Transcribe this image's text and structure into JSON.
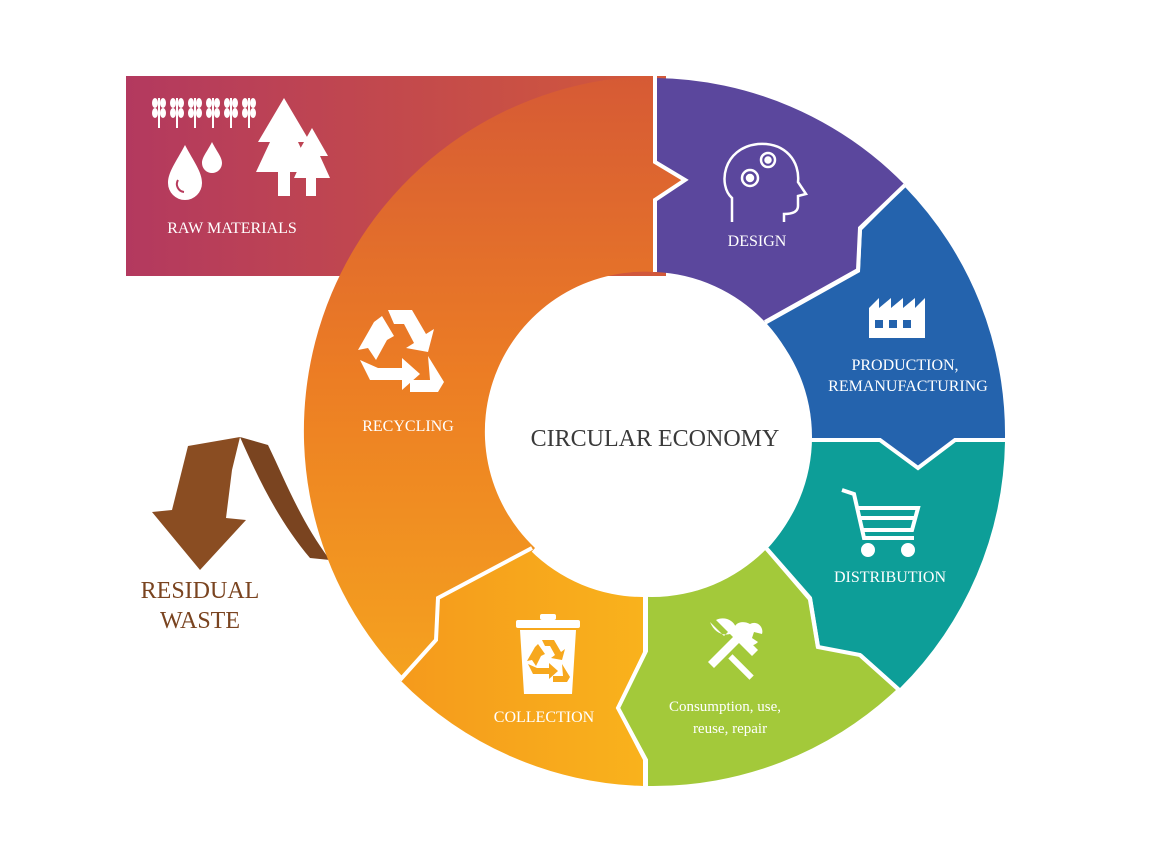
{
  "center": {
    "label": "CIRCULAR ECONOMY"
  },
  "raw_materials": {
    "label": "RAW MATERIALS",
    "color_start": "#b73a5c",
    "color_end": "#d05a3a"
  },
  "residual_waste": {
    "line1": "RESIDUAL",
    "line2": "WASTE",
    "color": "#7a4420"
  },
  "segments": [
    {
      "id": "recycling",
      "label": "RECYCLING",
      "icon": "recycle-icon",
      "color": "#e8731f"
    },
    {
      "id": "design",
      "label": "DESIGN",
      "icon": "head-gears-icon",
      "color": "#5b479d"
    },
    {
      "id": "production",
      "line1": "PRODUCTION,",
      "line2": "REMANUFACTURING",
      "icon": "factory-icon",
      "color": "#2463ad"
    },
    {
      "id": "distribution",
      "label": "DISTRIBUTION",
      "icon": "shopping-cart-icon",
      "color": "#0d9e98"
    },
    {
      "id": "consumption",
      "line1": "Consumption, use,",
      "line2": "reuse, repair",
      "icon": "tools-icon",
      "color": "#a3c93a"
    },
    {
      "id": "collection",
      "label": "COLLECTION",
      "icon": "recycle-bin-icon",
      "color": "#f7a81d"
    }
  ]
}
